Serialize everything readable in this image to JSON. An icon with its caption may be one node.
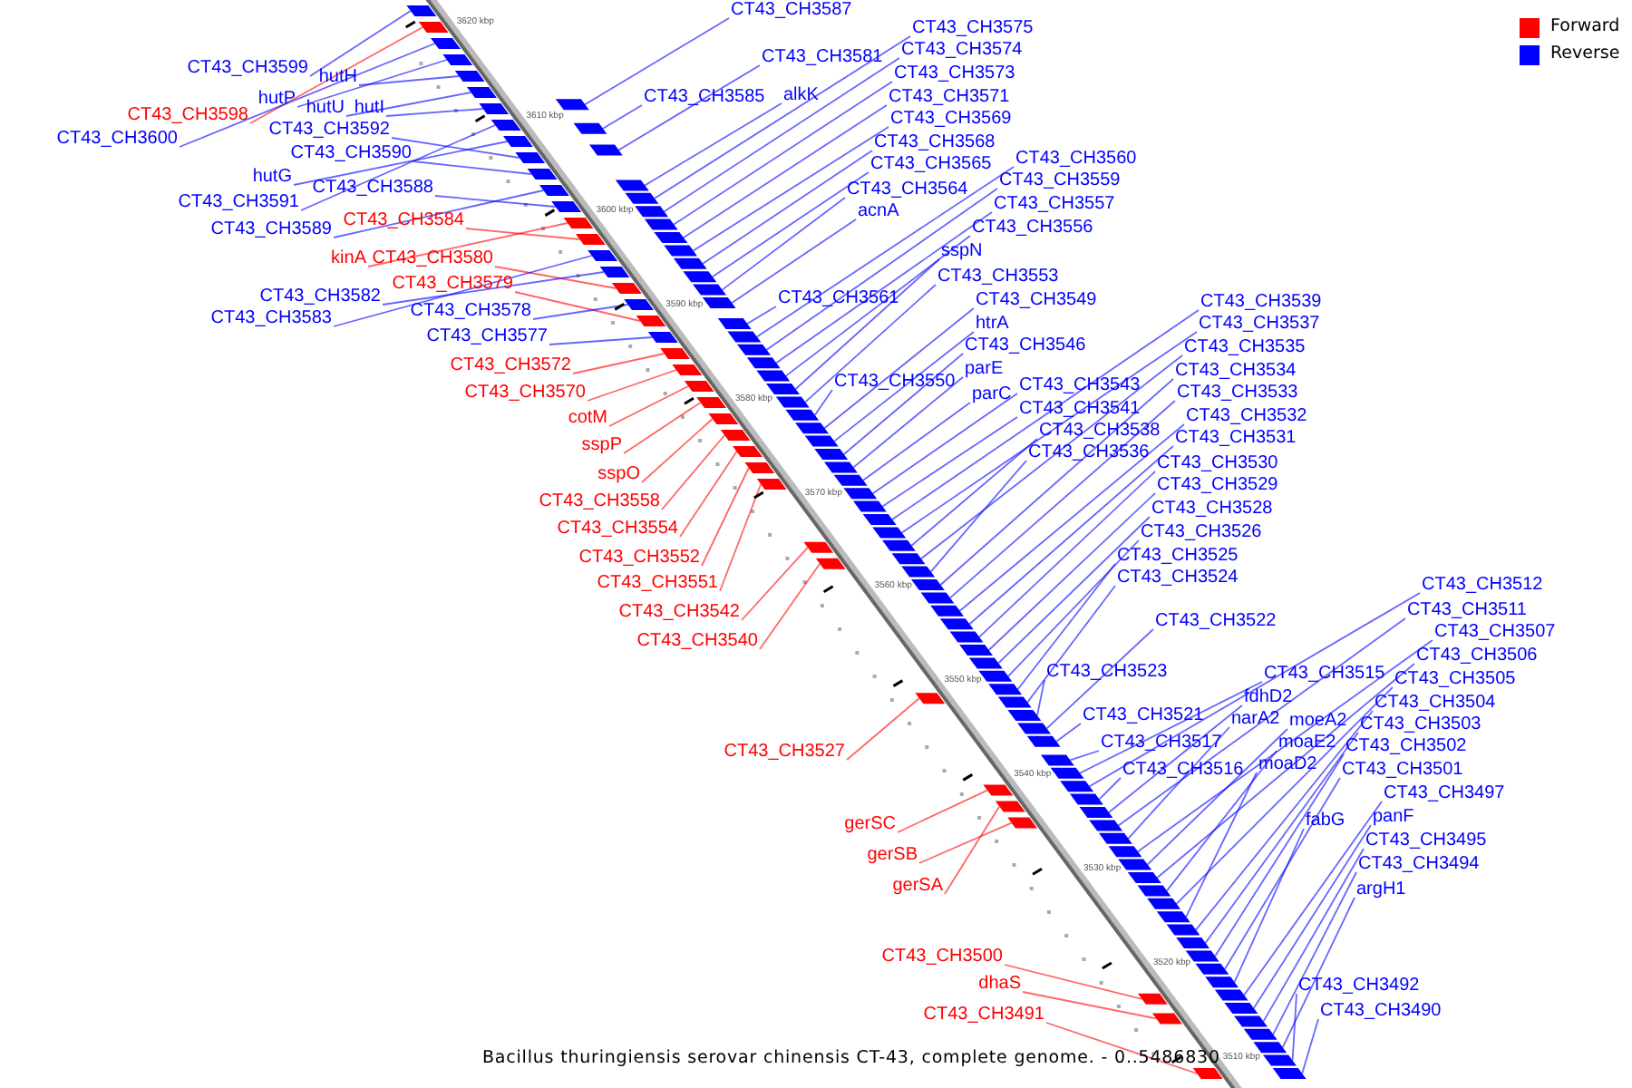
{
  "diagram": {
    "caption": "Bacillus thuringiensis serovar chinensis CT-43, complete genome. - 0..5486830",
    "nodes": [
      {
        "text": [
          "CT43_CH3599"
        ]
      },
      {
        "text": [
          "hutH"
        ]
      },
      {
        "text": [
          "hutP"
        ]
      },
      {
        "text": [
          "CT43_CH3598"
        ]
      },
      {
        "text": [
          "hutU"
        ]
      },
      {
        "text": [
          "hutI"
        ]
      },
      {
        "text": [
          "CT43_CH3600"
        ]
      },
      {
        "text": [
          "CT43_CH3592"
        ]
      },
      {
        "text": [
          "CT43_CH3590"
        ]
      },
      {
        "text": [
          "hutG"
        ]
      },
      {
        "text": [
          "CT43_CH3588"
        ]
      },
      {
        "text": [
          "CT43_CH3591"
        ]
      },
      {
        "text": [
          "CT43_CH3584"
        ]
      },
      {
        "text": [
          "CT43_CH3589"
        ]
      },
      {
        "text": [
          "kinA"
        ]
      },
      {
        "text": [
          "CT43_CH3580"
        ]
      },
      {
        "text": [
          "CT43_CH3579"
        ]
      },
      {
        "text": [
          "CT43_CH3582"
        ]
      },
      {
        "text": [
          "CT43_CH3578"
        ]
      },
      {
        "text": [
          "CT43_CH3583"
        ]
      },
      {
        "text": [
          "CT43_CH3577"
        ]
      },
      {
        "text": [
          "CT43_CH3572"
        ]
      },
      {
        "text": [
          "CT43_CH3570"
        ]
      },
      {
        "text": [
          "cotM"
        ]
      },
      {
        "text": [
          "sspP"
        ]
      },
      {
        "text": [
          "sspO"
        ]
      },
      {
        "text": [
          "CT43_CH3558"
        ]
      },
      {
        "text": [
          "CT43_CH3554"
        ]
      },
      {
        "text": [
          "CT43_CH3552"
        ]
      },
      {
        "text": [
          "CT43_CH3551"
        ]
      },
      {
        "text": [
          "CT43_CH3542"
        ]
      },
      {
        "text": [
          "CT43_CH3540"
        ]
      },
      {
        "text": [
          "CT43_CH3527"
        ]
      },
      {
        "text": [
          "gerSC"
        ]
      },
      {
        "text": [
          "gerSB"
        ]
      },
      {
        "text": [
          "gerSA"
        ]
      },
      {
        "text": [
          "CT43_CH3500"
        ]
      },
      {
        "text": [
          "dhaS"
        ]
      },
      {
        "text": [
          "CT43_CH3491"
        ]
      },
      {
        "text": [
          "CT43_CH3587"
        ]
      },
      {
        "text": [
          "CT43_CH3575"
        ]
      },
      {
        "text": [
          "CT43_CH3574"
        ]
      },
      {
        "text": [
          "CT43_CH3581"
        ]
      },
      {
        "text": [
          "CT43_CH3573"
        ]
      },
      {
        "text": [
          "CT43_CH3585"
        ]
      },
      {
        "text": [
          "alkK"
        ]
      },
      {
        "text": [
          "CT43_CH3571"
        ]
      },
      {
        "text": [
          "CT43_CH3569"
        ]
      },
      {
        "text": [
          "CT43_CH3568"
        ]
      },
      {
        "text": [
          "CT43_CH3560"
        ]
      },
      {
        "text": [
          "CT43_CH3565"
        ]
      },
      {
        "text": [
          "CT43_CH3559"
        ]
      },
      {
        "text": [
          "CT43_CH3564"
        ]
      },
      {
        "text": [
          "CT43_CH3557"
        ]
      },
      {
        "text": [
          "acnA"
        ]
      },
      {
        "text": [
          "CT43_CH3556"
        ]
      },
      {
        "text": [
          "sspN"
        ]
      },
      {
        "text": [
          "CT43_CH3553"
        ]
      },
      {
        "text": [
          "CT43_CH3561"
        ]
      },
      {
        "text": [
          "CT43_CH3549"
        ]
      },
      {
        "text": [
          "CT43_CH3539"
        ]
      },
      {
        "text": [
          "htrA"
        ]
      },
      {
        "text": [
          "CT43_CH3537"
        ]
      },
      {
        "text": [
          "CT43_CH3546"
        ]
      },
      {
        "text": [
          "CT43_CH3535"
        ]
      },
      {
        "text": [
          "parE"
        ]
      },
      {
        "text": [
          "CT43_CH3534"
        ]
      },
      {
        "text": [
          "CT43_CH3550"
        ]
      },
      {
        "text": [
          "CT43_CH3543"
        ]
      },
      {
        "text": [
          "CT43_CH3533"
        ]
      },
      {
        "text": [
          "parC"
        ]
      },
      {
        "text": [
          "CT43_CH3541"
        ]
      },
      {
        "text": [
          "CT43_CH3532"
        ]
      },
      {
        "text": [
          "CT43_CH3538"
        ]
      },
      {
        "text": [
          "CT43_CH3531"
        ]
      },
      {
        "text": [
          "CT43_CH3536"
        ]
      },
      {
        "text": [
          "CT43_CH3530"
        ]
      },
      {
        "text": [
          "CT43_CH3529"
        ]
      },
      {
        "text": [
          "CT43_CH3528"
        ]
      },
      {
        "text": [
          "CT43_CH3526"
        ]
      },
      {
        "text": [
          "CT43_CH3525"
        ]
      },
      {
        "text": [
          "CT43_CH3524"
        ]
      },
      {
        "text": [
          "CT43_CH3512"
        ]
      },
      {
        "text": [
          "CT43_CH3511"
        ]
      },
      {
        "text": [
          "CT43_CH3522"
        ]
      },
      {
        "text": [
          "CT43_CH3507"
        ]
      },
      {
        "text": [
          "CT43_CH3506"
        ]
      },
      {
        "text": [
          "CT43_CH3523"
        ]
      },
      {
        "text": [
          "CT43_CH3515"
        ]
      },
      {
        "text": [
          "CT43_CH3505"
        ]
      },
      {
        "text": [
          "fdhD2"
        ]
      },
      {
        "text": [
          "CT43_CH3504"
        ]
      },
      {
        "text": [
          "CT43_CH3521"
        ]
      },
      {
        "text": [
          "narA2"
        ]
      },
      {
        "text": [
          "moeA2"
        ]
      },
      {
        "text": [
          "CT43_CH3503"
        ]
      },
      {
        "text": [
          "CT43_CH3517"
        ]
      },
      {
        "text": [
          "moaE2"
        ]
      },
      {
        "text": [
          "CT43_CH3502"
        ]
      },
      {
        "text": [
          "moaD2"
        ]
      },
      {
        "text": [
          "CT43_CH3501"
        ]
      },
      {
        "text": [
          "CT43_CH3516"
        ]
      },
      {
        "text": [
          "CT43_CH3497"
        ]
      },
      {
        "text": [
          "panF"
        ]
      },
      {
        "text": [
          "fabG"
        ]
      },
      {
        "text": [
          "CT43_CH3495"
        ]
      },
      {
        "text": [
          "CT43_CH3494"
        ]
      },
      {
        "text": [
          "argH1"
        ]
      },
      {
        "text": [
          "CT43_CH3492"
        ]
      },
      {
        "text": [
          "CT43_CH3490"
        ]
      },
      {
        "text": [],
        "shape": "bar"
      },
      {
        "text": [],
        "shape": "bar"
      },
      {
        "text": [],
        "shape": "bar"
      },
      {
        "text": [],
        "shape": "bar"
      },
      {
        "text": [],
        "shape": "bar"
      },
      {
        "text": [],
        "shape": "bar"
      },
      {
        "text": [],
        "shape": "bar"
      },
      {
        "text": [],
        "shape": "bar"
      },
      {
        "text": [],
        "shape": "bar"
      },
      {
        "text": [],
        "shape": "bar"
      },
      {
        "text": [],
        "shape": "bar"
      },
      {
        "text": [],
        "shape": "bar"
      },
      {
        "text": [],
        "shape": "bar"
      },
      {
        "text": [],
        "shape": "bar"
      },
      {
        "text": [],
        "shape": "bar"
      },
      {
        "text": [],
        "shape": "bar"
      },
      {
        "text": [],
        "shape": "bar"
      },
      {
        "text": [],
        "shape": "bar"
      },
      {
        "text": [],
        "shape": "bar"
      },
      {
        "text": [],
        "shape": "bar"
      },
      {
        "text": [],
        "shape": "bar"
      },
      {
        "text": [],
        "shape": "bar"
      },
      {
        "text": [],
        "shape": "bar"
      },
      {
        "text": [],
        "shape": "bar"
      },
      {
        "text": [],
        "shape": "bar"
      },
      {
        "text": [],
        "shape": "bar"
      },
      {
        "text": [],
        "shape": "bar"
      },
      {
        "text": [],
        "shape": "bar"
      },
      {
        "text": [],
        "shape": "bar"
      },
      {
        "text": [],
        "shape": "bar"
      },
      {
        "text": [],
        "shape": "bar"
      },
      {
        "text": [],
        "shape": "bar"
      },
      {
        "text": [],
        "shape": "bar"
      },
      {
        "text": [],
        "shape": "bar"
      },
      {
        "text": [],
        "shape": "bar"
      },
      {
        "text": [],
        "shape": "bar"
      },
      {
        "text": [],
        "shape": "bar"
      },
      {
        "text": [],
        "shape": "bar"
      },
      {
        "text": [],
        "shape": "bar"
      },
      {
        "text": [],
        "shape": "bar"
      },
      {
        "text": [],
        "shape": "bar"
      },
      {
        "text": [],
        "shape": "bar"
      },
      {
        "text": [],
        "shape": "bar"
      },
      {
        "text": [],
        "shape": "bar"
      },
      {
        "text": [],
        "shape": "bar"
      },
      {
        "text": [],
        "shape": "bar"
      },
      {
        "text": [],
        "shape": "bar"
      },
      {
        "text": [],
        "shape": "bar"
      },
      {
        "text": [],
        "shape": "bar"
      },
      {
        "text": [],
        "shape": "bar"
      },
      {
        "text": [],
        "shape": "bar"
      },
      {
        "text": [],
        "shape": "bar"
      },
      {
        "text": [],
        "shape": "bar"
      },
      {
        "text": [],
        "shape": "bar"
      },
      {
        "text": [],
        "shape": "bar"
      },
      {
        "text": [],
        "shape": "bar"
      },
      {
        "text": [],
        "shape": "bar"
      },
      {
        "text": [],
        "shape": "bar"
      },
      {
        "text": [],
        "shape": "bar"
      },
      {
        "text": [],
        "shape": "bar"
      },
      {
        "text": [],
        "shape": "bar"
      },
      {
        "text": [],
        "shape": "bar"
      },
      {
        "text": [],
        "shape": "bar"
      },
      {
        "text": [],
        "shape": "bar"
      },
      {
        "text": [],
        "shape": "bar"
      },
      {
        "text": [],
        "shape": "bar"
      },
      {
        "text": [],
        "shape": "bar"
      },
      {
        "text": [],
        "shape": "bar"
      },
      {
        "text": [],
        "shape": "bar"
      },
      {
        "text": [],
        "shape": "bar"
      },
      {
        "text": [],
        "shape": "bar"
      },
      {
        "text": [],
        "shape": "bar"
      },
      {
        "text": [],
        "shape": "bar"
      },
      {
        "text": [],
        "shape": "bar"
      },
      {
        "text": [],
        "shape": "bar"
      },
      {
        "text": [],
        "shape": "bar"
      },
      {
        "text": [],
        "shape": "bar"
      },
      {
        "text": [],
        "shape": "bar"
      },
      {
        "text": [],
        "shape": "bar"
      },
      {
        "text": [],
        "shape": "bar"
      },
      {
        "text": [],
        "shape": "bar"
      },
      {
        "text": [],
        "shape": "bar"
      },
      {
        "text": [],
        "shape": "bar"
      },
      {
        "text": [],
        "shape": "bar"
      },
      {
        "text": [],
        "shape": "bar"
      },
      {
        "text": [],
        "shape": "bar"
      },
      {
        "text": [],
        "shape": "bar"
      },
      {
        "text": [],
        "shape": "bar"
      },
      {
        "text": [],
        "shape": "bar"
      },
      {
        "text": [],
        "shape": "bar"
      },
      {
        "text": [],
        "shape": "bar"
      },
      {
        "text": [],
        "shape": "bar"
      },
      {
        "text": [],
        "shape": "bar"
      },
      {
        "text": [],
        "shape": "bar"
      },
      {
        "text": [],
        "shape": "bar"
      },
      {
        "text": [],
        "shape": "bar"
      },
      {
        "text": [],
        "shape": "bar"
      },
      {
        "text": [],
        "shape": "bar"
      },
      {
        "text": [],
        "shape": "bar"
      },
      {
        "text": [],
        "shape": "bar"
      },
      {
        "text": [],
        "shape": "bar"
      },
      {
        "text": [],
        "shape": "bar"
      },
      {
        "text": [],
        "shape": "bar"
      },
      {
        "text": [],
        "shape": "bar"
      },
      {
        "text": [],
        "shape": "bar"
      },
      {
        "text": [],
        "shape": "bar"
      },
      {
        "text": [],
        "shape": "bar"
      },
      {
        "text": [],
        "shape": "bar"
      },
      {
        "text": [],
        "shape": "bar"
      },
      {
        "text": [],
        "shape": "bar"
      }
    ],
    "edges": [
      {
        "from": 0,
        "to": 110,
        "arrow": "none"
      },
      {
        "from": 1,
        "to": 111,
        "arrow": "none"
      },
      {
        "from": 2,
        "to": 112,
        "arrow": "none"
      },
      {
        "from": 3,
        "to": 113,
        "arrow": "none",
        "color": "#ff0000"
      },
      {
        "from": 4,
        "to": 114,
        "arrow": "none"
      },
      {
        "from": 5,
        "to": 115,
        "arrow": "none"
      },
      {
        "from": 6,
        "to": 116,
        "arrow": "none"
      },
      {
        "from": 7,
        "to": 117,
        "arrow": "none"
      },
      {
        "from": 8,
        "to": 118,
        "arrow": "none"
      },
      {
        "from": 9,
        "to": 119,
        "arrow": "none"
      },
      {
        "from": 10,
        "to": 120,
        "arrow": "none"
      },
      {
        "from": 11,
        "to": 121,
        "arrow": "none"
      },
      {
        "from": 12,
        "to": 122,
        "arrow": "none",
        "color": "#ff0000"
      },
      {
        "from": 13,
        "to": 123,
        "arrow": "none"
      },
      {
        "from": 14,
        "to": 124,
        "arrow": "none",
        "color": "#ff0000"
      },
      {
        "from": 15,
        "to": 125,
        "arrow": "none",
        "color": "#ff0000"
      },
      {
        "from": 16,
        "to": 126,
        "arrow": "none",
        "color": "#ff0000"
      },
      {
        "from": 17,
        "to": 127,
        "arrow": "none"
      },
      {
        "from": 18,
        "to": 128,
        "arrow": "none"
      },
      {
        "from": 19,
        "to": 129,
        "arrow": "none"
      },
      {
        "from": 20,
        "to": 130,
        "arrow": "none"
      },
      {
        "from": 21,
        "to": 131,
        "arrow": "none",
        "color": "#ff0000"
      },
      {
        "from": 22,
        "to": 132,
        "arrow": "none",
        "color": "#ff0000"
      },
      {
        "from": 23,
        "to": 133,
        "arrow": "none",
        "color": "#ff0000"
      },
      {
        "from": 24,
        "to": 134,
        "arrow": "none",
        "color": "#ff0000"
      },
      {
        "from": 25,
        "to": 135,
        "arrow": "none",
        "color": "#ff0000"
      },
      {
        "from": 26,
        "to": 136,
        "arrow": "none",
        "color": "#ff0000"
      },
      {
        "from": 27,
        "to": 137,
        "arrow": "none",
        "color": "#ff0000"
      },
      {
        "from": 28,
        "to": 138,
        "arrow": "none",
        "color": "#ff0000"
      },
      {
        "from": 29,
        "to": 139,
        "arrow": "none",
        "color": "#ff0000"
      },
      {
        "from": 30,
        "to": 140,
        "arrow": "none",
        "color": "#ff0000"
      },
      {
        "from": 31,
        "to": 141,
        "arrow": "none",
        "color": "#ff0000"
      },
      {
        "from": 32,
        "to": 142,
        "arrow": "none",
        "color": "#ff0000"
      },
      {
        "from": 33,
        "to": 143,
        "arrow": "none",
        "color": "#ff0000"
      },
      {
        "from": 34,
        "to": 144,
        "arrow": "none",
        "color": "#ff0000"
      },
      {
        "from": 35,
        "to": 145,
        "arrow": "none",
        "color": "#ff0000"
      },
      {
        "from": 36,
        "to": 146,
        "arrow": "none",
        "color": "#ff0000"
      },
      {
        "from": 37,
        "to": 147,
        "arrow": "none",
        "color": "#ff0000"
      },
      {
        "from": 38,
        "to": 148,
        "arrow": "none",
        "color": "#ff0000"
      },
      {
        "from": 39,
        "to": 149,
        "arrow": "none"
      },
      {
        "from": 40,
        "to": 150,
        "arrow": "none"
      },
      {
        "from": 41,
        "to": 151,
        "arrow": "none"
      },
      {
        "from": 42,
        "to": 152,
        "arrow": "none"
      },
      {
        "from": 43,
        "to": 153,
        "arrow": "none"
      },
      {
        "from": 44,
        "to": 154,
        "arrow": "none"
      },
      {
        "from": 45,
        "to": 155,
        "arrow": "none"
      },
      {
        "from": 46,
        "to": 156,
        "arrow": "none"
      },
      {
        "from": 47,
        "to": 157,
        "arrow": "none"
      },
      {
        "from": 48,
        "to": 158,
        "arrow": "none"
      },
      {
        "from": 49,
        "to": 159,
        "arrow": "none"
      },
      {
        "from": 50,
        "to": 160,
        "arrow": "none"
      },
      {
        "from": 51,
        "to": 161,
        "arrow": "none"
      },
      {
        "from": 52,
        "to": 162,
        "arrow": "none"
      },
      {
        "from": 53,
        "to": 163,
        "arrow": "none"
      },
      {
        "from": 54,
        "to": 164,
        "arrow": "none"
      },
      {
        "from": 55,
        "to": 165,
        "arrow": "none"
      },
      {
        "from": 56,
        "to": 166,
        "arrow": "none"
      },
      {
        "from": 57,
        "to": 167,
        "arrow": "none"
      },
      {
        "from": 58,
        "to": 168,
        "arrow": "none"
      },
      {
        "from": 59,
        "to": 169,
        "arrow": "none"
      },
      {
        "from": 60,
        "to": 170,
        "arrow": "none"
      },
      {
        "from": 61,
        "to": 171,
        "arrow": "none"
      },
      {
        "from": 62,
        "to": 172,
        "arrow": "none"
      },
      {
        "from": 63,
        "to": 173,
        "arrow": "none"
      },
      {
        "from": 64,
        "to": 174,
        "arrow": "none"
      },
      {
        "from": 65,
        "to": 175,
        "arrow": "none"
      },
      {
        "from": 66,
        "to": 176,
        "arrow": "none"
      },
      {
        "from": 67,
        "to": 177,
        "arrow": "none"
      },
      {
        "from": 68,
        "to": 178,
        "arrow": "none"
      },
      {
        "from": 69,
        "to": 179,
        "arrow": "none"
      },
      {
        "from": 70,
        "to": 180,
        "arrow": "none"
      },
      {
        "from": 71,
        "to": 181,
        "arrow": "none"
      },
      {
        "from": 72,
        "to": 182,
        "arrow": "none"
      },
      {
        "from": 73,
        "to": 183,
        "arrow": "none"
      },
      {
        "from": 74,
        "to": 184,
        "arrow": "none"
      },
      {
        "from": 75,
        "to": 185,
        "arrow": "none"
      },
      {
        "from": 76,
        "to": 186,
        "arrow": "none"
      },
      {
        "from": 77,
        "to": 187,
        "arrow": "none"
      },
      {
        "from": 78,
        "to": 188,
        "arrow": "none"
      },
      {
        "from": 79,
        "to": 189,
        "arrow": "none"
      },
      {
        "from": 80,
        "to": 190,
        "arrow": "none"
      },
      {
        "from": 81,
        "to": 191,
        "arrow": "none"
      },
      {
        "from": 82,
        "to": 192,
        "arrow": "none"
      },
      {
        "from": 83,
        "to": 193,
        "arrow": "none"
      },
      {
        "from": 84,
        "to": 194,
        "arrow": "none"
      },
      {
        "from": 85,
        "to": 195,
        "arrow": "none"
      },
      {
        "from": 86,
        "to": 196,
        "arrow": "none"
      },
      {
        "from": 87,
        "to": 197,
        "arrow": "none"
      },
      {
        "from": 88,
        "to": 198,
        "arrow": "none"
      },
      {
        "from": 89,
        "to": 199,
        "arrow": "none"
      },
      {
        "from": 90,
        "to": 200,
        "arrow": "none"
      },
      {
        "from": 91,
        "to": 201,
        "arrow": "none"
      },
      {
        "from": 92,
        "to": 202,
        "arrow": "none"
      },
      {
        "from": 93,
        "to": 203,
        "arrow": "none"
      },
      {
        "from": 94,
        "to": 204,
        "arrow": "none"
      },
      {
        "from": 95,
        "to": 205,
        "arrow": "none"
      },
      {
        "from": 96,
        "to": 206,
        "arrow": "none"
      },
      {
        "from": 97,
        "to": 207,
        "arrow": "none"
      },
      {
        "from": 98,
        "to": 208,
        "arrow": "none"
      },
      {
        "from": 99,
        "to": 209,
        "arrow": "none"
      },
      {
        "from": 100,
        "to": 210,
        "arrow": "none"
      },
      {
        "from": 101,
        "to": 211,
        "arrow": "none"
      },
      {
        "from": 102,
        "to": 212,
        "arrow": "none"
      },
      {
        "from": 103,
        "to": 213,
        "arrow": "none"
      },
      {
        "from": 104,
        "to": 214,
        "arrow": "none"
      },
      {
        "from": 105,
        "to": 215,
        "arrow": "none"
      },
      {
        "from": 106,
        "to": 216,
        "arrow": "none"
      },
      {
        "from": 107,
        "to": 217,
        "arrow": "none"
      },
      {
        "from": 108,
        "to": 218,
        "arrow": "none"
      },
      {
        "from": 109,
        "to": 219,
        "arrow": "none"
      }
    ],
    "labels": [
      "3620 kbp",
      "3610 kbp",
      "3600 kbp",
      "3590 kbp",
      "3580 kbp",
      "3570 kbp",
      "3560 kbp",
      "3550 kbp",
      "3540 kbp",
      "3530 kbp",
      "3520 kbp",
      "3510 kbp"
    ],
    "legend": [
      {
        "text": "Forward",
        "color": "#ff0000"
      },
      {
        "text": "Reverse",
        "color": "#0000ff"
      }
    ]
  }
}
